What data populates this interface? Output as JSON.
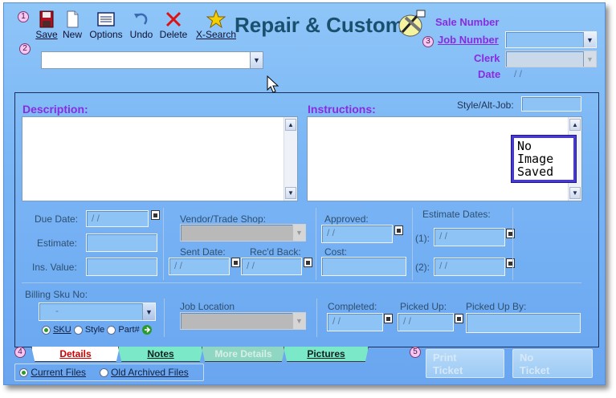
{
  "window": {
    "title": "Repair & Custom"
  },
  "callouts": [
    "1",
    "2",
    "3",
    "4",
    "5"
  ],
  "toolbar": {
    "save": "Save",
    "new": "New",
    "options": "Options",
    "undo": "Undo",
    "delete": "Delete",
    "xsearch": "X-Search"
  },
  "header": {
    "sale_number_label": "Sale Number",
    "job_number_label": "Job Number",
    "clerk_label": "Clerk",
    "date_label": "Date",
    "date_value": "/ /"
  },
  "main": {
    "description_label": "Description:",
    "instructions_label": "Instructions:",
    "style_alt_job_label": "Style/Alt-Job:",
    "due_date_label": "Due Date:",
    "due_date_value": "/ /",
    "estimate_label": "Estimate:",
    "ins_value_label": "Ins. Value:",
    "vendor_label": "Vendor/Trade Shop:",
    "sent_date_label": "Sent Date:",
    "sent_date_value": "/ /",
    "recd_back_label": "Rec'd Back:",
    "recd_back_value": "/ /",
    "approved_label": "Approved:",
    "approved_value": "/ /",
    "cost_label": "Cost:",
    "estimate_dates_label": "Estimate Dates:",
    "est_1_label": "(1):",
    "est_1_value": "/ /",
    "est_2_label": "(2):",
    "est_2_value": "/ /",
    "no_image_text": [
      "No",
      "Image",
      "Saved"
    ],
    "billing_sku_label": "Billing Sku No:",
    "billing_sku_value": "-",
    "sku_radio": "SKU",
    "style_radio": "Style",
    "part_radio": "Part#",
    "job_location_label": "Job Location",
    "completed_label": "Completed:",
    "completed_value": "/ /",
    "picked_up_label": "Picked Up:",
    "picked_up_value": "/ /",
    "picked_up_by_label": "Picked Up By:"
  },
  "tabs": [
    "Details",
    "Notes",
    "More Details",
    "Pictures"
  ],
  "footer": {
    "print_ticket": [
      "Print",
      "Ticket"
    ],
    "no_ticket": [
      "No",
      "Ticket"
    ],
    "current_files": "Current Files",
    "old_archived_files": "Old Archived Files"
  },
  "colors": {
    "background": "#7ab6f5",
    "title": "#1a4f6e",
    "accent_purple": "#8a2be2",
    "tab_details_text": "#cc0000",
    "tab_green": "#7be8c8"
  }
}
